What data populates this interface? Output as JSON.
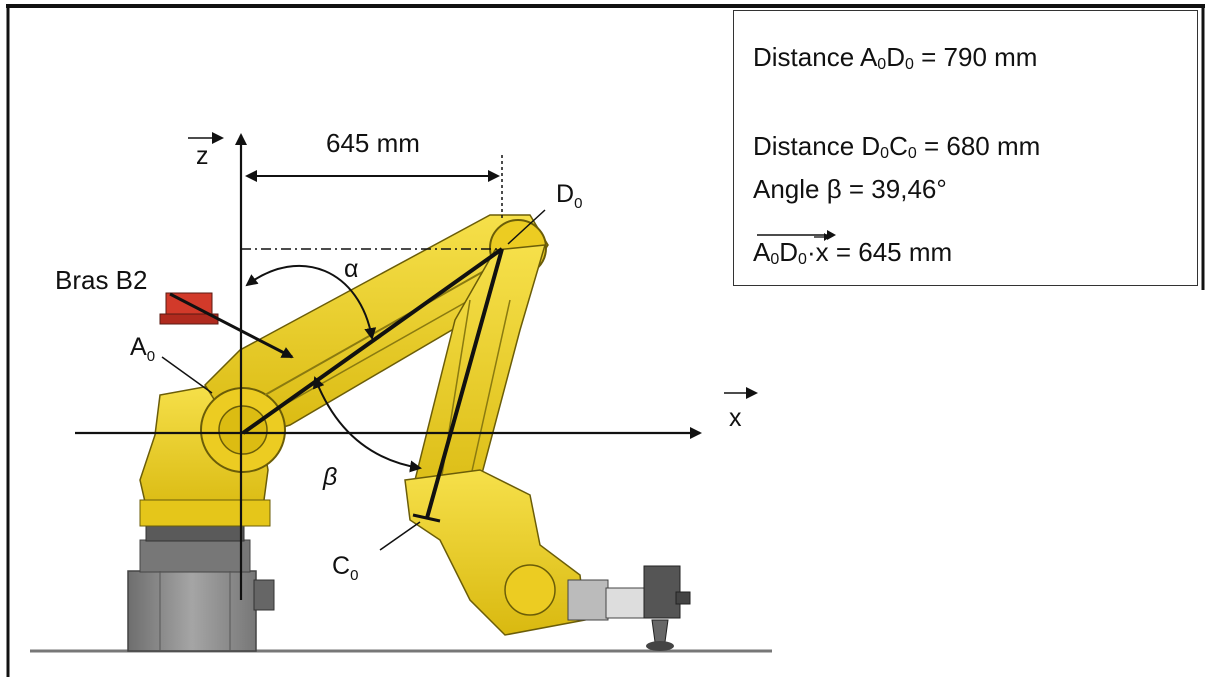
{
  "axes": {
    "z_label": "z",
    "x_label": "x"
  },
  "dimension": {
    "label": "645 mm"
  },
  "points": {
    "A0": {
      "main": "A",
      "sub": "0"
    },
    "D0": {
      "main": "D",
      "sub": "0"
    },
    "C0": {
      "main": "C",
      "sub": "0"
    }
  },
  "angles": {
    "alpha": "α",
    "beta": "β"
  },
  "arm_label": "Bras B2",
  "info": {
    "line1": {
      "prefix": "Distance A",
      "s1": "0",
      "mid": "D",
      "s2": "0",
      "suffix": " = 790 mm"
    },
    "line2": {
      "prefix": "Distance D",
      "s1": "0",
      "mid": "C",
      "s2": "0",
      "suffix": " = 680 mm"
    },
    "line3": {
      "text": "Angle β = 39,46°"
    },
    "line4": {
      "vec_a": "A",
      "vec_a_sub": "0",
      "vec_b": "D",
      "vec_b_sub": "0",
      "dot_x": "·x",
      "suffix": " = 645 mm"
    }
  },
  "colors": {
    "robot_yellow": "#f2d21c",
    "robot_dark": "#8a7a10",
    "base_grey": "#8c8c8c",
    "red_motor": "#d23a2a"
  }
}
